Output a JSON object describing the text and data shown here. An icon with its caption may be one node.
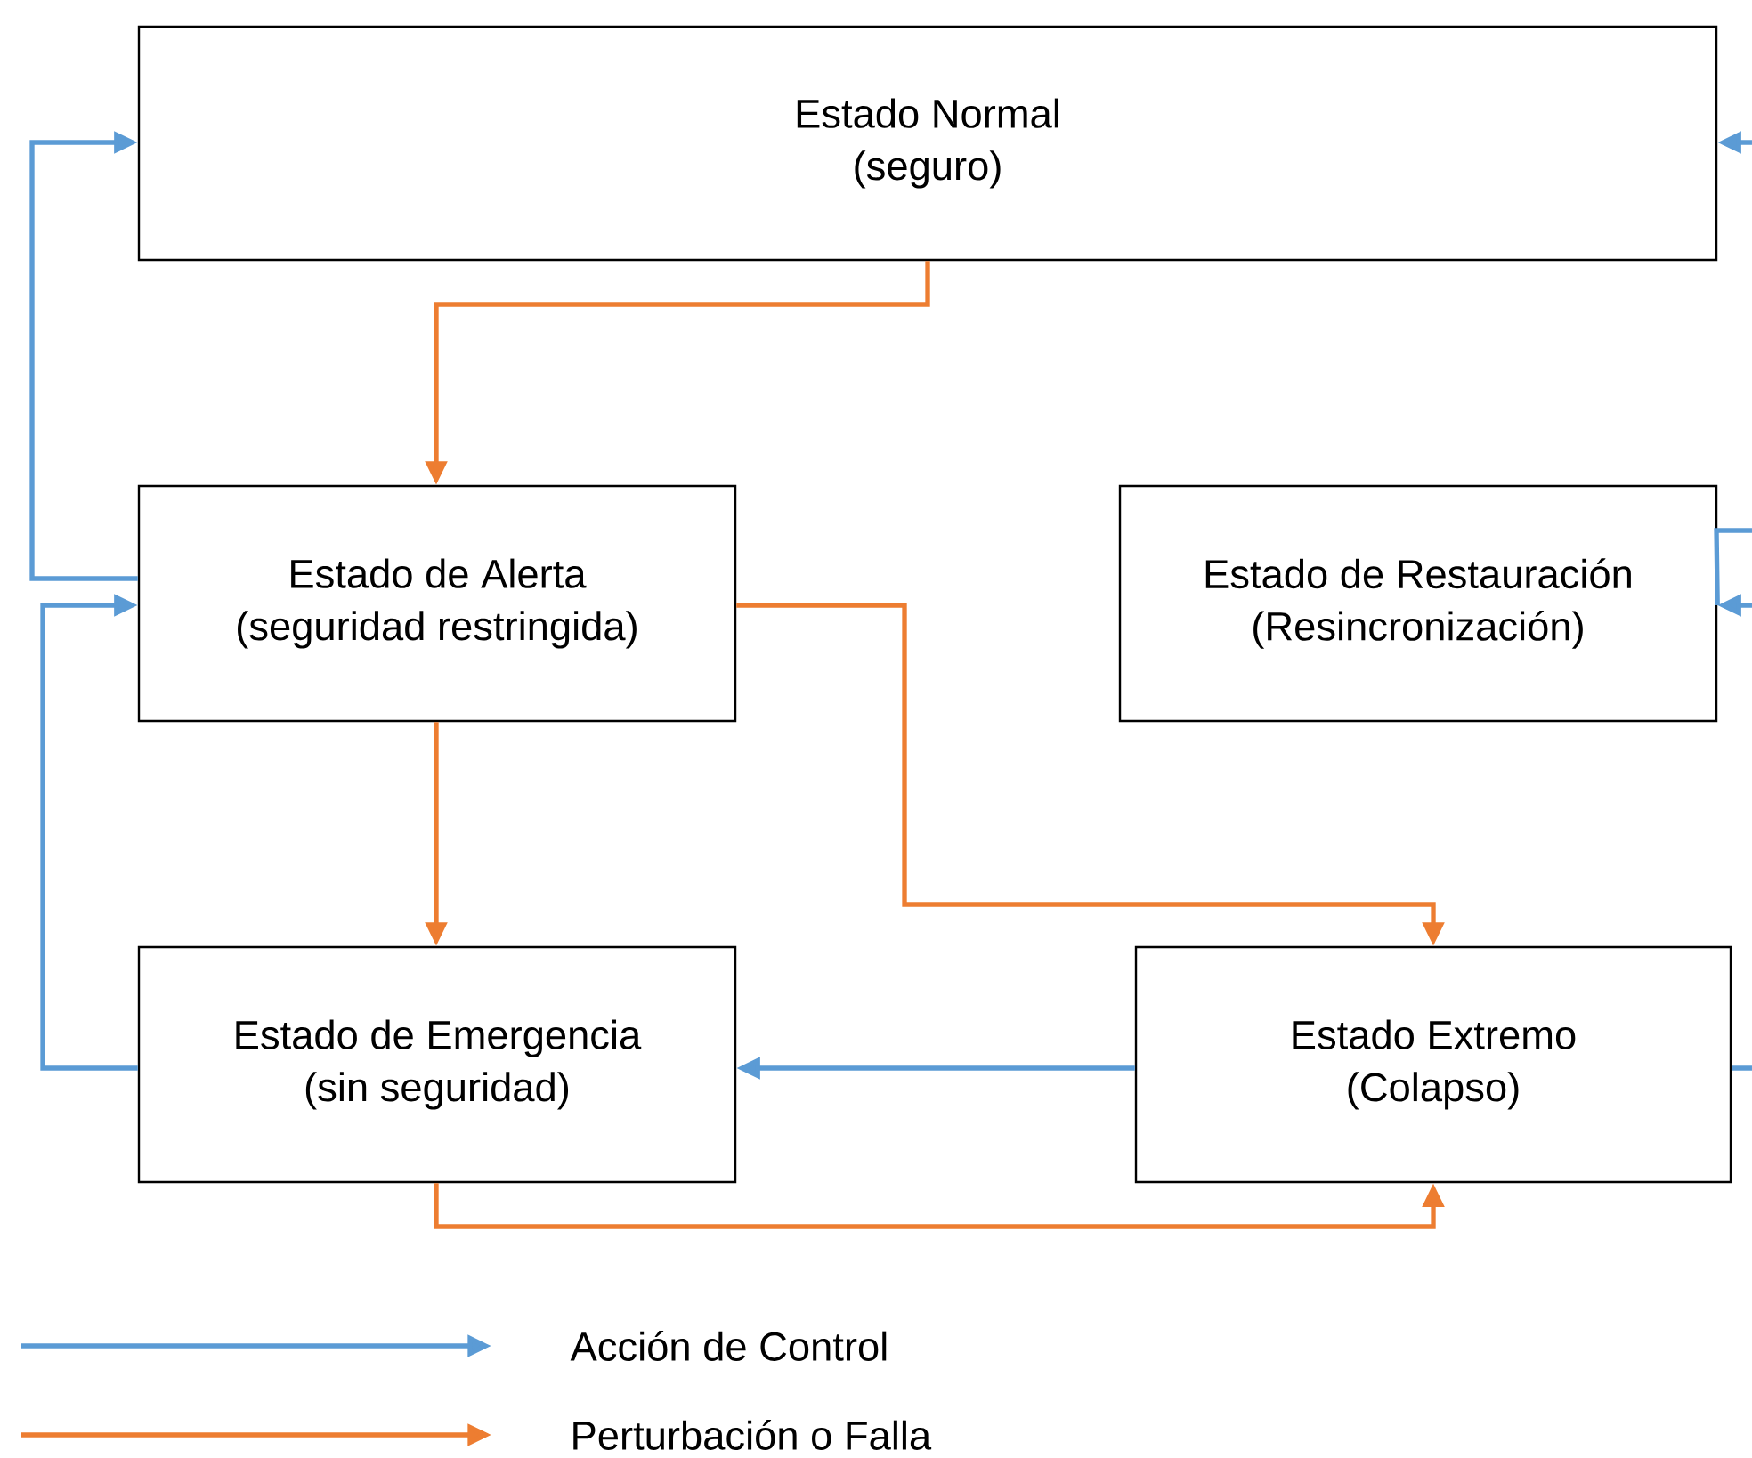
{
  "diagram": {
    "nodes": [
      {
        "text": [
          "Estado Normal",
          "(seguro)"
        ]
      },
      {
        "text": [
          "Estado de Alerta",
          "(seguridad restringida)"
        ]
      },
      {
        "text": [
          "Estado de Restauración",
          "(Resincronización)"
        ]
      },
      {
        "text": [
          "Estado de Emergencia",
          "(sin seguridad)"
        ]
      },
      {
        "text": [
          "Estado Extremo",
          "(Colapso)"
        ]
      }
    ],
    "edges": [
      {
        "from": 0,
        "to": 1,
        "arrow": "to",
        "color": "#ed7d31"
      },
      {
        "from": 1,
        "to": 0,
        "arrow": "to"
      },
      {
        "from": 3,
        "to": 1,
        "arrow": "to"
      },
      {
        "from": 1,
        "to": 3,
        "arrow": "to",
        "color": "#ed7d31"
      },
      {
        "from": 1,
        "to": 4,
        "arrow": "to",
        "color": "#ed7d31"
      },
      {
        "from": 4,
        "to": 3,
        "arrow": "to"
      },
      {
        "from": 3,
        "to": 4,
        "arrow": "to",
        "color": "#ed7d31"
      },
      {
        "from": null,
        "to": 0,
        "arrow": "to"
      },
      {
        "from": null,
        "to": 2,
        "arrow": "to"
      },
      {
        "from": 2,
        "to": null,
        "arrow": "none"
      },
      {
        "from": 4,
        "to": null,
        "arrow": "none"
      }
    ],
    "legend": [
      {
        "text": "Acción de Control"
      },
      {
        "text": "Perturbación o Falla"
      }
    ]
  }
}
